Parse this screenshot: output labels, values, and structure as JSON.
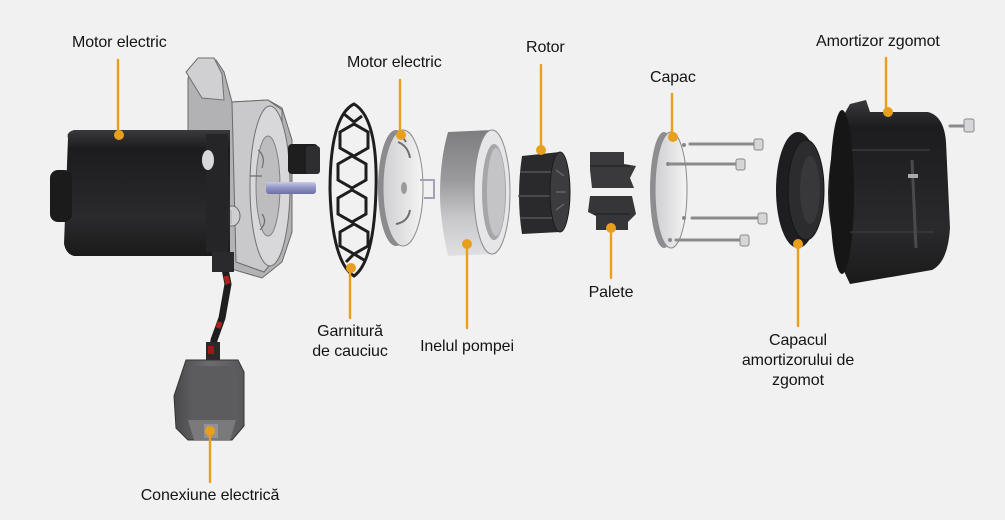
{
  "diagram": {
    "title": "Componentele pompei de vid electrice (vedere explodată)",
    "accent_color": "#e8a01c",
    "labels": {
      "motor_electric_main": "Motor electric",
      "motor_electric_plate": "Motor electric",
      "rotor": "Rotor",
      "capac": "Capac",
      "amortizor_zgomot": "Amortizor zgomot",
      "garnitura_line1": "Garnitură",
      "garnitura_line2": "de cauciuc",
      "inelul_pompei": "Inelul pompei",
      "palete": "Palete",
      "capacul_line1": "Capacul",
      "capacul_line2": "amortizorului de",
      "capacul_line3": "zgomot",
      "conexiune_electrica": "Conexiune electrică"
    }
  }
}
